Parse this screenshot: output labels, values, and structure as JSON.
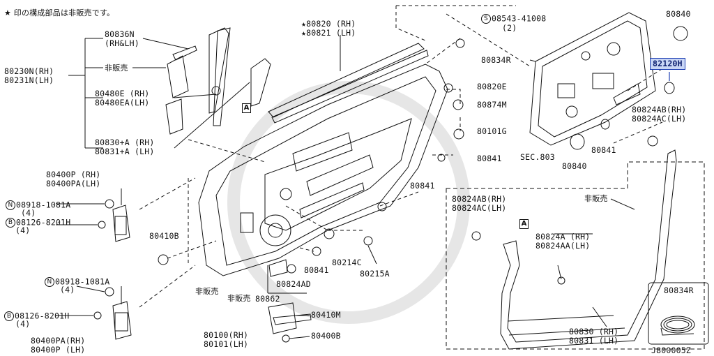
{
  "note": "★ 印の構成部品は非販売です。",
  "diagram_code": "J800005Z",
  "highlight_color": "#c9d6f5",
  "labels": {
    "p80836n": "80836N",
    "p80836n_sub": "(RH&LH)",
    "p80230n": "80230N(RH)",
    "p80231n": "80231N(LH)",
    "hihanbai_1": "非販売",
    "p80480e": "80480E (RH)",
    "p80480ea": "80480EA(LH)",
    "p80830": "80830+A (RH)",
    "p80831": "80831+A (LH)",
    "p80820": "★80820 (RH)",
    "p80821": "★80821 (LH)",
    "p08543": "08543-41008",
    "p08543_qty": "(2)",
    "p08543_prefix": "S",
    "p80840_top": "80840",
    "p80834r_main": "80834R",
    "p82120h": "82120H",
    "p80820e": "80820E",
    "p80874m": "80874M",
    "p80101g": "80101G",
    "p80841_a": "80841",
    "p80841_b": "80841",
    "p80841_c": "80841",
    "p80841_d": "80841",
    "p80824ab_1": "80824AB(RH)",
    "p80824ac_1": "80824AC(LH)",
    "sec803": "SEC.803",
    "p80840_bot": "80840",
    "p80400p": "80400P (RH)",
    "p80400pa": "80400PA(LH)",
    "n08918_a": "08918-1081A",
    "n08918_a_qty": "(4)",
    "b08126_a": "08126-8201H",
    "b08126_a_qty": "(4)",
    "p80410b": "80410B",
    "p80214c": "80214C",
    "p80215a": "80215A",
    "p80824ad": "80824AD",
    "p80862": "80862",
    "p80410m": "80410M",
    "p80400b": "80400B",
    "hihanbai_2": "非販売",
    "hihanbai_3": "非販売",
    "p80100": "80100(RH)",
    "p80101": "80101(LH)",
    "n08918_b": "08918-1081A",
    "n08918_b_qty": "(4)",
    "b08126_b": "08126-8201H",
    "b08126_b_qty": "(4)",
    "p80400pa_b": "80400PA(RH)",
    "p80400p_b": "80400P (LH)",
    "p80824ab_2": "80824AB(RH)",
    "p80824ac_2": "80824AC(LH)",
    "hihanbai_4": "非販売",
    "p80824a": "80824A (RH)",
    "p80824aa": "80824AA(LH)",
    "p80830_b": "80830 (RH)",
    "p80831_b": "80831 (LH)",
    "p80834r_inset": "80834R",
    "box_a": "A",
    "circle_n": "N",
    "circle_b": "B"
  }
}
